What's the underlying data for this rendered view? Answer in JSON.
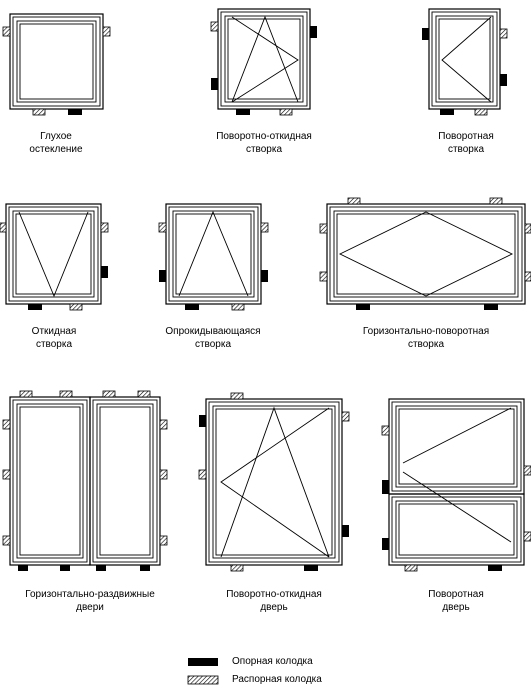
{
  "diagrams": [
    {
      "key": "fixed",
      "line1": "Глухое",
      "line2": "остекление"
    },
    {
      "key": "tilt-turn-sash",
      "line1": "Поворотно-откидная",
      "line2": "створка"
    },
    {
      "key": "turn-sash",
      "line1": "Поворотная",
      "line2": "створка"
    },
    {
      "key": "tilt-sash",
      "line1": "Откидная",
      "line2": "створка"
    },
    {
      "key": "hopper-sash",
      "line1": "Опрокидывающаяся",
      "line2": "створка"
    },
    {
      "key": "horizontal-pivot-sash",
      "line1": "Горизонтально-поворотная",
      "line2": "створка"
    },
    {
      "key": "sliding-door",
      "line1": "Горизонтально-раздвижные",
      "line2": "двери"
    },
    {
      "key": "tilt-turn-door",
      "line1": "Поворотно-откидная",
      "line2": "дверь"
    },
    {
      "key": "turn-door",
      "line1": "Поворотная",
      "line2": "дверь"
    }
  ],
  "legend": {
    "support_block": "Опорная колодка",
    "spacer_block": "Распорная колодка"
  },
  "colors": {
    "line": "#000000",
    "background": "#ffffff"
  }
}
